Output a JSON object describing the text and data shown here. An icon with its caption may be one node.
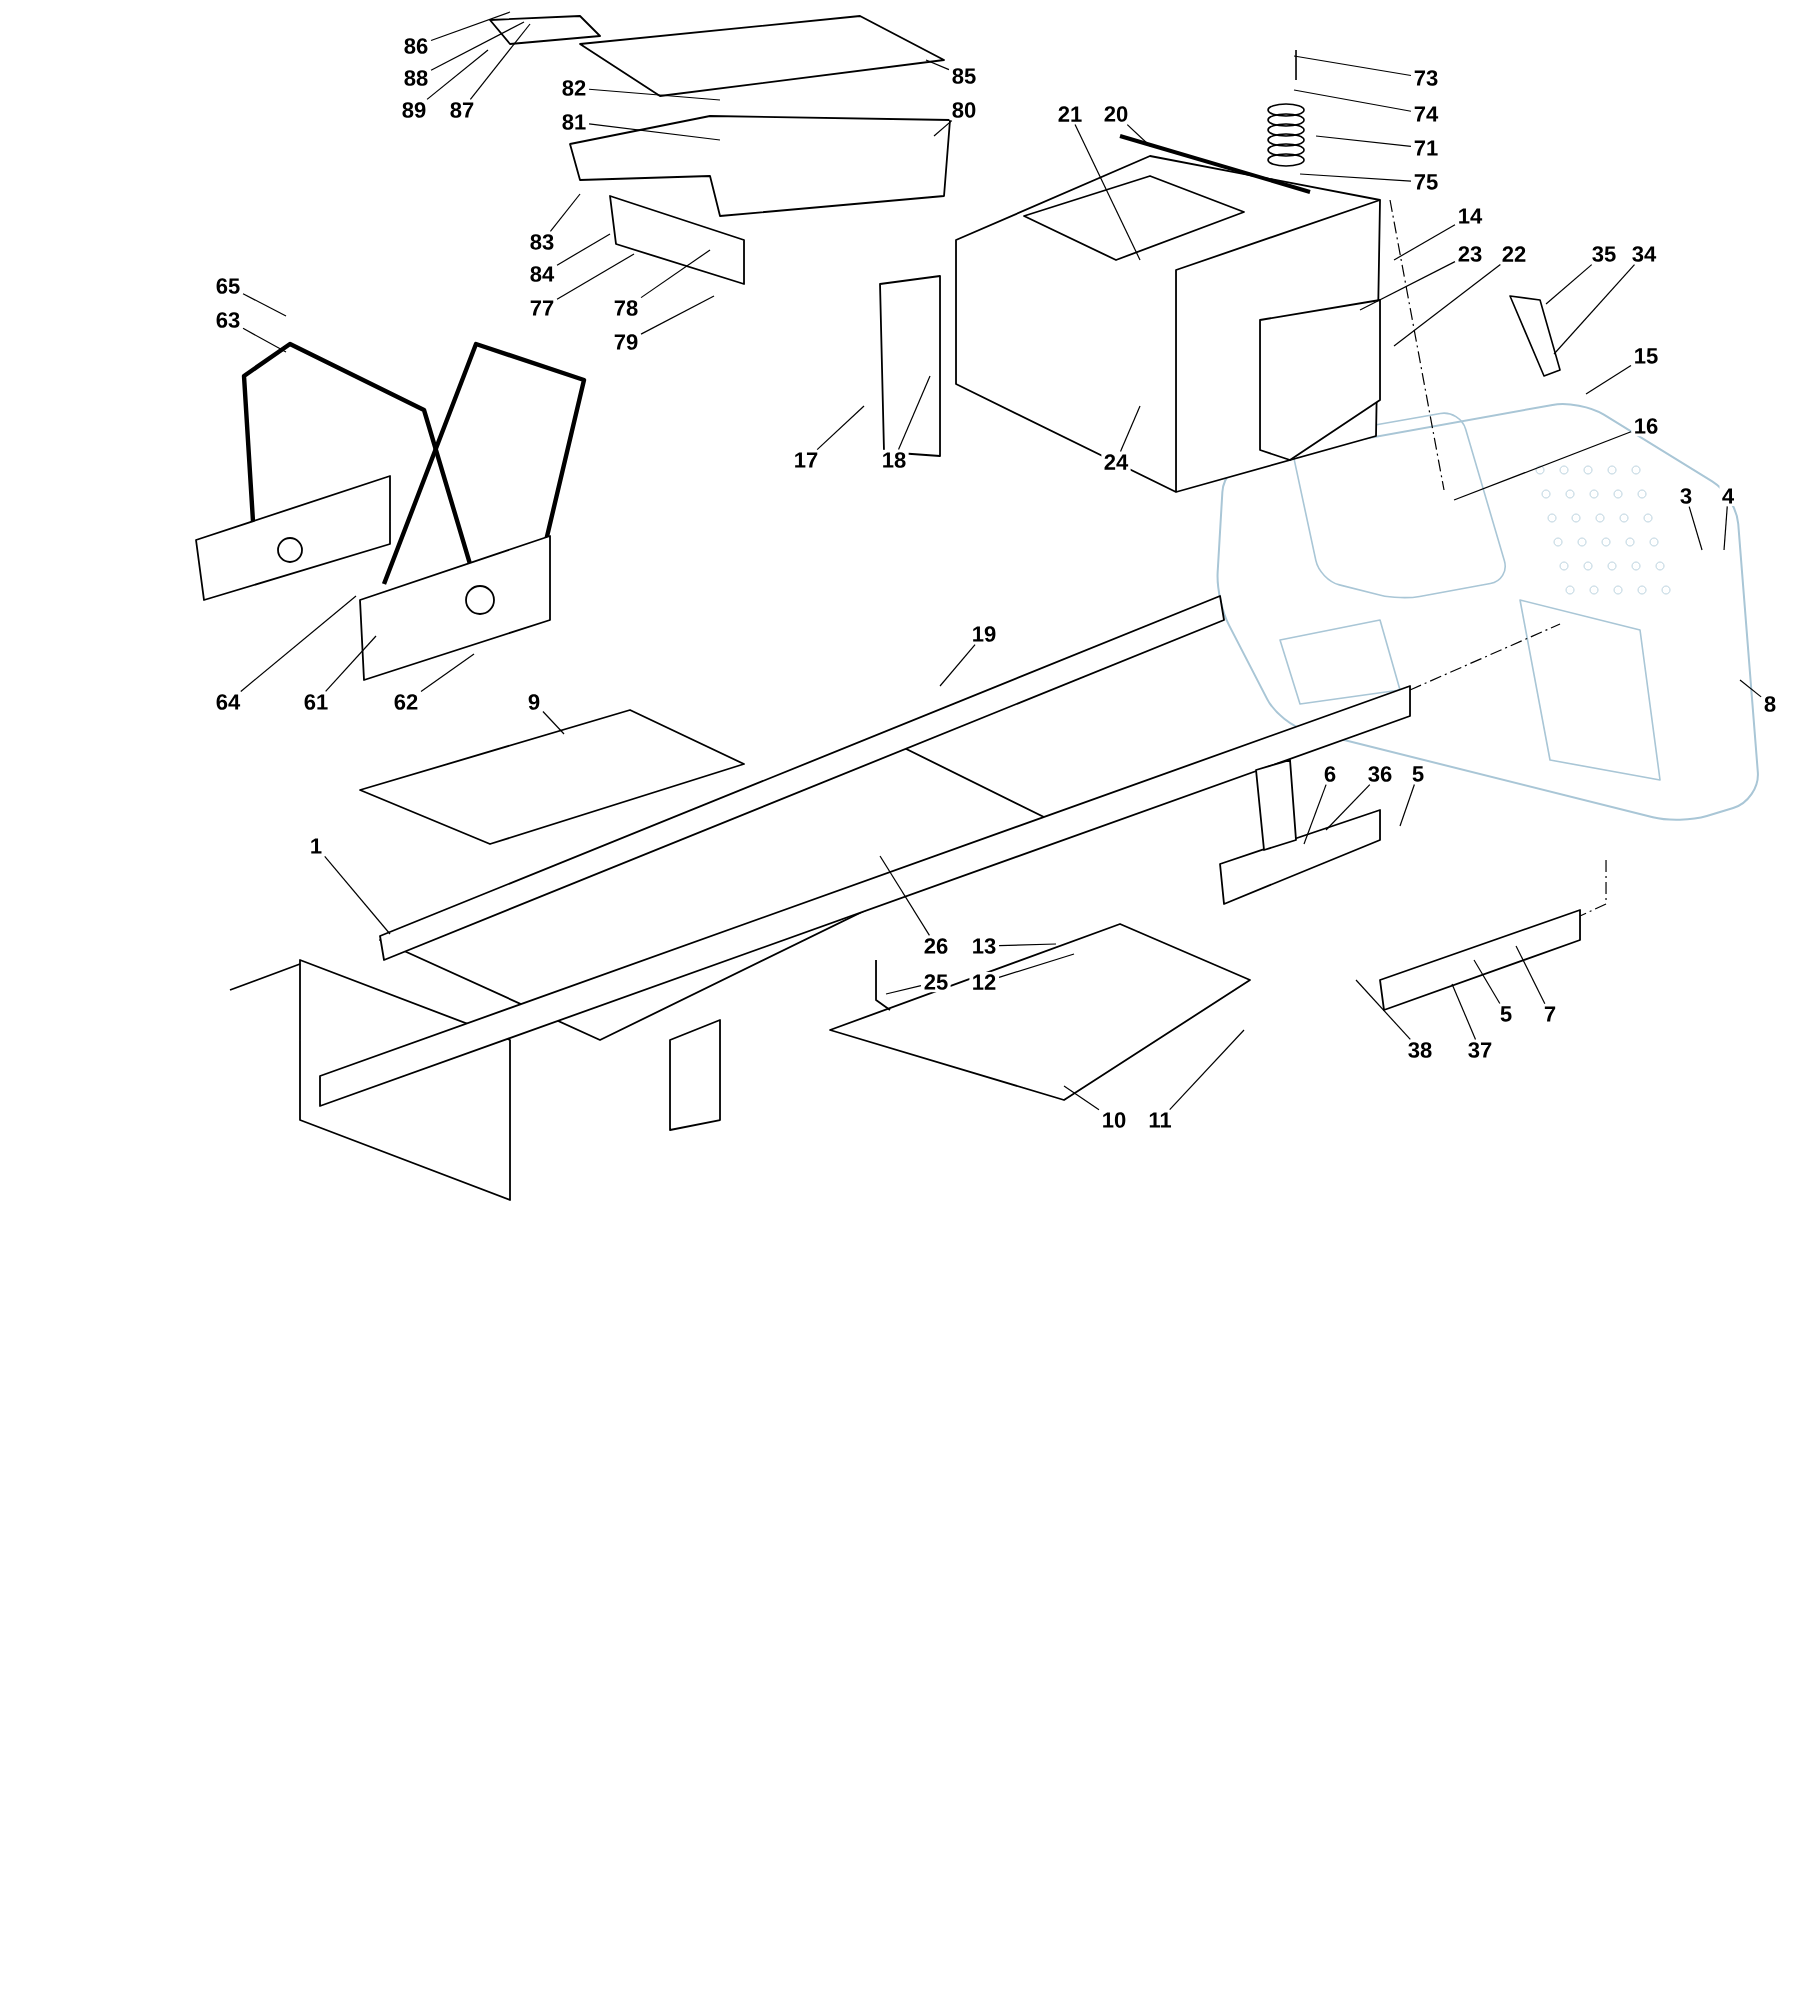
{
  "diagram": {
    "nodes": [
      {
        "text": [
          "86"
        ]
      },
      {
        "text": [
          "88"
        ]
      },
      {
        "text": [
          "89"
        ]
      },
      {
        "text": [
          "87"
        ]
      },
      {
        "text": [
          "82"
        ]
      },
      {
        "text": [
          "85"
        ]
      },
      {
        "text": [
          "81"
        ]
      },
      {
        "text": [
          "80"
        ]
      },
      {
        "text": [
          "83"
        ]
      },
      {
        "text": [
          "84"
        ]
      },
      {
        "text": [
          "77"
        ]
      },
      {
        "text": [
          "78"
        ]
      },
      {
        "text": [
          "79"
        ]
      },
      {
        "text": [
          "73"
        ]
      },
      {
        "text": [
          "74"
        ]
      },
      {
        "text": [
          "71"
        ]
      },
      {
        "text": [
          "75"
        ]
      },
      {
        "text": [
          "21"
        ]
      },
      {
        "text": [
          "20"
        ]
      },
      {
        "text": [
          "14"
        ]
      },
      {
        "text": [
          "23"
        ]
      },
      {
        "text": [
          "22"
        ]
      },
      {
        "text": [
          "35"
        ]
      },
      {
        "text": [
          "34"
        ]
      },
      {
        "text": [
          "65"
        ]
      },
      {
        "text": [
          "63"
        ]
      },
      {
        "text": [
          "15"
        ]
      },
      {
        "text": [
          "16"
        ]
      },
      {
        "text": [
          "17"
        ]
      },
      {
        "text": [
          "18"
        ]
      },
      {
        "text": [
          "24"
        ]
      },
      {
        "text": [
          "3"
        ]
      },
      {
        "text": [
          "4"
        ]
      },
      {
        "text": [
          "19"
        ]
      },
      {
        "text": [
          "64"
        ]
      },
      {
        "text": [
          "61"
        ]
      },
      {
        "text": [
          "62"
        ]
      },
      {
        "text": [
          "9"
        ]
      },
      {
        "text": [
          "8"
        ]
      },
      {
        "text": [
          "6"
        ]
      },
      {
        "text": [
          "36"
        ]
      },
      {
        "text": [
          "5"
        ]
      },
      {
        "text": [
          "1"
        ]
      },
      {
        "text": [
          "26"
        ]
      },
      {
        "text": [
          "13"
        ]
      },
      {
        "text": [
          "25"
        ]
      },
      {
        "text": [
          "12"
        ]
      },
      {
        "text": [
          "5"
        ]
      },
      {
        "text": [
          "7"
        ]
      },
      {
        "text": [
          "38"
        ]
      },
      {
        "text": [
          "37"
        ]
      },
      {
        "text": [
          "10"
        ]
      },
      {
        "text": [
          "11"
        ]
      }
    ],
    "edges": [
      {
        "from": 0,
        "to": null,
        "arrow": "none"
      },
      {
        "from": 1,
        "to": null,
        "arrow": "none"
      },
      {
        "from": 2,
        "to": null,
        "arrow": "none"
      },
      {
        "from": 3,
        "to": null,
        "arrow": "none"
      },
      {
        "from": 4,
        "to": null,
        "arrow": "none"
      },
      {
        "from": 5,
        "to": null,
        "arrow": "none"
      },
      {
        "from": 6,
        "to": null,
        "arrow": "none"
      },
      {
        "from": 7,
        "to": null,
        "arrow": "none"
      },
      {
        "from": 8,
        "to": null,
        "arrow": "none"
      },
      {
        "from": 9,
        "to": null,
        "arrow": "none"
      },
      {
        "from": 10,
        "to": null,
        "arrow": "none"
      },
      {
        "from": 11,
        "to": null,
        "arrow": "none"
      },
      {
        "from": 12,
        "to": null,
        "arrow": "none"
      },
      {
        "from": 13,
        "to": null,
        "arrow": "none"
      },
      {
        "from": 14,
        "to": null,
        "arrow": "none"
      },
      {
        "from": 15,
        "to": null,
        "arrow": "none"
      },
      {
        "from": 16,
        "to": null,
        "arrow": "none"
      },
      {
        "from": 17,
        "to": null,
        "arrow": "none"
      },
      {
        "from": 18,
        "to": null,
        "arrow": "none"
      },
      {
        "from": 19,
        "to": null,
        "arrow": "none"
      },
      {
        "from": 20,
        "to": null,
        "arrow": "none"
      },
      {
        "from": 21,
        "to": null,
        "arrow": "none"
      },
      {
        "from": 22,
        "to": null,
        "arrow": "none"
      },
      {
        "from": 23,
        "to": null,
        "arrow": "none"
      },
      {
        "from": 24,
        "to": null,
        "arrow": "none"
      },
      {
        "from": 25,
        "to": null,
        "arrow": "none"
      },
      {
        "from": 26,
        "to": null,
        "arrow": "none"
      },
      {
        "from": 27,
        "to": null,
        "arrow": "none"
      },
      {
        "from": 28,
        "to": null,
        "arrow": "none"
      },
      {
        "from": 29,
        "to": null,
        "arrow": "none"
      },
      {
        "from": 30,
        "to": null,
        "arrow": "none"
      },
      {
        "from": 31,
        "to": null,
        "arrow": "none"
      },
      {
        "from": 32,
        "to": null,
        "arrow": "none"
      },
      {
        "from": 33,
        "to": null,
        "arrow": "none"
      },
      {
        "from": 34,
        "to": null,
        "arrow": "none"
      },
      {
        "from": 35,
        "to": null,
        "arrow": "none"
      },
      {
        "from": 36,
        "to": null,
        "arrow": "none"
      },
      {
        "from": 37,
        "to": null,
        "arrow": "none"
      },
      {
        "from": 38,
        "to": null,
        "arrow": "none"
      },
      {
        "from": 39,
        "to": null,
        "arrow": "none"
      },
      {
        "from": 40,
        "to": null,
        "arrow": "none"
      },
      {
        "from": 41,
        "to": null,
        "arrow": "none"
      },
      {
        "from": 42,
        "to": null,
        "arrow": "none"
      },
      {
        "from": 43,
        "to": null,
        "arrow": "none"
      },
      {
        "from": 44,
        "to": null,
        "arrow": "none"
      },
      {
        "from": 45,
        "to": null,
        "arrow": "none"
      },
      {
        "from": 46,
        "to": null,
        "arrow": "none"
      },
      {
        "from": 47,
        "to": null,
        "arrow": "none"
      },
      {
        "from": 48,
        "to": null,
        "arrow": "none"
      },
      {
        "from": 49,
        "to": null,
        "arrow": "none"
      },
      {
        "from": 50,
        "to": null,
        "arrow": "none"
      },
      {
        "from": 51,
        "to": null,
        "arrow": "none"
      },
      {
        "from": 52,
        "to": null,
        "arrow": "none"
      }
    ]
  }
}
